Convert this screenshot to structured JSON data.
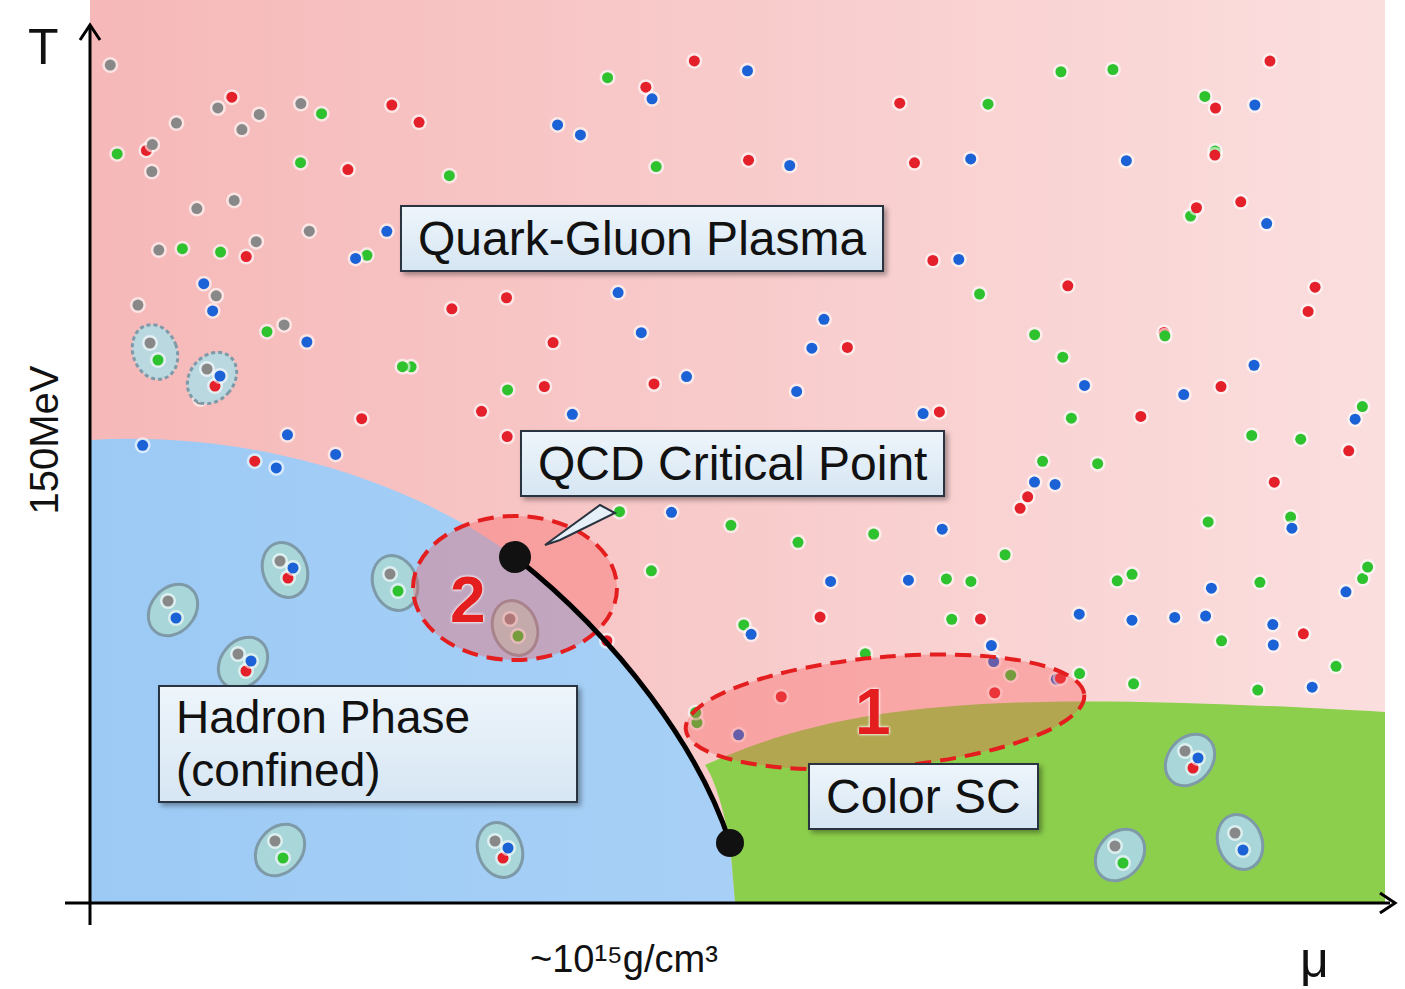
{
  "diagram": {
    "nodes": [
      {
        "text": [
          "Quark-Gluon Plasma"
        ]
      },
      {
        "text": [
          "QCD Critical Point"
        ]
      },
      {
        "text": [
          "Hadron Phase (confined)"
        ]
      },
      {
        "text": [
          "Color SC"
        ]
      }
    ],
    "labels": [
      "T",
      "150MeV",
      "~10¹⁵g/cm³",
      "μ",
      "2",
      "1"
    ]
  }
}
